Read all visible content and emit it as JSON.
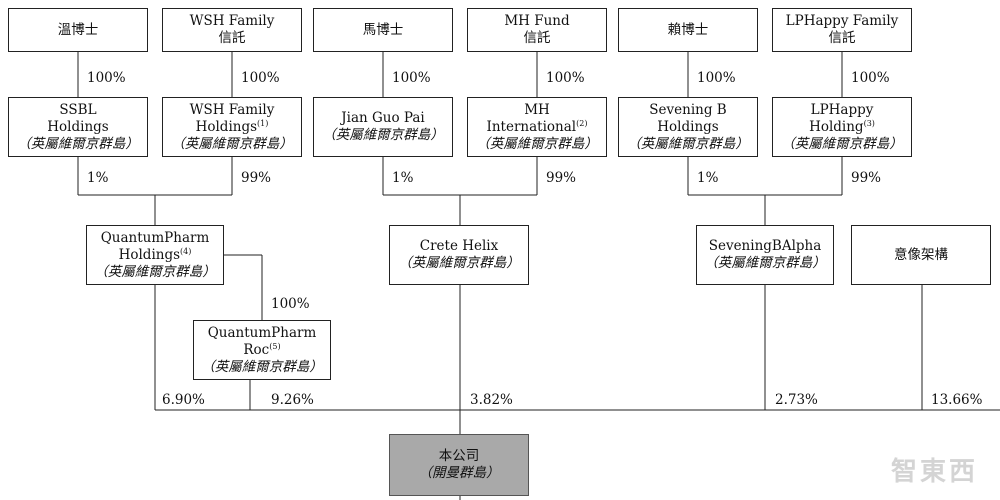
{
  "colors": {
    "line": "#222222",
    "company_fill": "#a9a9a9",
    "watermark": "#cdcdcd"
  },
  "boxes": {
    "wen": {
      "l1": "溫博士"
    },
    "wsh_trust": {
      "l1": "WSH Family",
      "l2": "信託"
    },
    "ma": {
      "l1": "馬博士"
    },
    "mh_trust": {
      "l1": "MH Fund",
      "l2": "信託"
    },
    "lai": {
      "l1": "賴博士"
    },
    "lp_trust": {
      "l1": "LPHappy Family",
      "l2": "信託"
    },
    "ssbl": {
      "l1": "SSBL",
      "l2": "Holdings",
      "l3": "（英屬維爾京群島）"
    },
    "wsh_holdings": {
      "l1": "WSH Family",
      "l2": "Holdings",
      "note": "(1)",
      "l3": "（英屬維爾京群島）"
    },
    "jian": {
      "l1": "Jian Guo Pai",
      "l2": "（英屬維爾京群島）"
    },
    "mh_intl": {
      "l1": "MH",
      "l2": "International",
      "note": "(2)",
      "l3": "（英屬維爾京群島）"
    },
    "sevening_b": {
      "l1": "Sevening B",
      "l2": "Holdings",
      "l3": "（英屬維爾京群島）"
    },
    "lphappy_holding": {
      "l1": "LPHappy",
      "l2": "Holding",
      "note": "(3)",
      "l3": "（英屬維爾京群島）"
    },
    "qp_holdings": {
      "l1": "QuantumPharm",
      "l2": "Holdings",
      "note": "(4)",
      "l3": "（英屬維爾京群島）"
    },
    "crete": {
      "l1": "Crete Helix",
      "l2": "（英屬維爾京群島）"
    },
    "seveningb_alpha": {
      "l1": "SeveningBAlpha",
      "l2": "（英屬維爾京群島）"
    },
    "yixiang": {
      "l1": "意像架構"
    },
    "qp_roc": {
      "l1": "QuantumPharm",
      "l2": "Roc",
      "note": "(5)",
      "l3": "（英屬維爾京群島）"
    },
    "company": {
      "l1": "本公司",
      "l2": "（開曼群島）"
    }
  },
  "percentages": {
    "wen_ssbl": "100%",
    "wsh_trust_holdings": "100%",
    "ma_jian": "100%",
    "mh_trust_intl": "100%",
    "lai_sevening": "100%",
    "lp_trust_holding": "100%",
    "ssbl_qp": "1%",
    "wsh_qp": "99%",
    "jian_crete": "1%",
    "mh_crete": "99%",
    "sevening_alpha": "1%",
    "lphappy_alpha": "99%",
    "qp_roc": "100%",
    "qp_company": "6.90%",
    "roc_company": "9.26%",
    "crete_company": "3.82%",
    "alpha_company": "2.73%",
    "yixiang_company": "13.66%"
  },
  "watermark": "智東西"
}
